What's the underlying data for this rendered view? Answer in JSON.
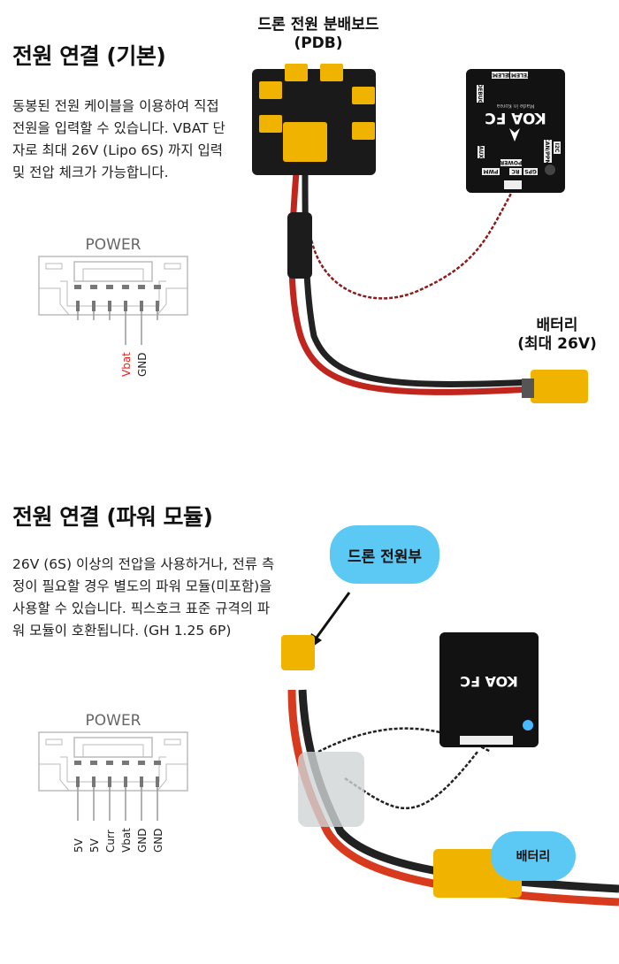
{
  "section1": {
    "title": "전원 연결 (기본)",
    "description": "동봉된 전원 케이블을 이용하여 직접 전원을 입력할 수 있습니다. VBAT 단자로 최대 26V (Lipo 6S) 까지 입력 및 전압 체크가 가능합니다.",
    "connector": {
      "title": "POWER",
      "pins": [
        "Vbat",
        "GND"
      ],
      "vbat_color": "#e8221b"
    },
    "pdb_label": "드론 전원 분배보드\n(PDB)",
    "battery_label": "배터리\n(최대 26V)"
  },
  "section2": {
    "title": "전원 연결 (파워 모듈)",
    "description": "26V (6S) 이상의 전압을 사용하거나, 전류 측정이 필요할 경우 별도의 파워 모듈(미포함)을 사용할 수 있습니다. 픽스호크 표준 규격의 파워 모듈이 호환됩니다. (GH 1.25 6P)",
    "connector": {
      "title": "POWER",
      "pins": [
        "5V",
        "5V",
        "Curr",
        "Vbat",
        "GND",
        "GND"
      ]
    },
    "drone_power_bubble": "드론 전원부",
    "battery_bubble": "배터리",
    "bubble_color": "#5cc9f5"
  },
  "fc": {
    "name": "KOA FC",
    "made_in": "Made in Korea",
    "ports": [
      "TELEM2",
      "TELEM1",
      "DEBUG",
      "AUX",
      "POWER",
      "PWM",
      "RC",
      "GPS",
      "CAN/PPM",
      "I2C"
    ]
  }
}
